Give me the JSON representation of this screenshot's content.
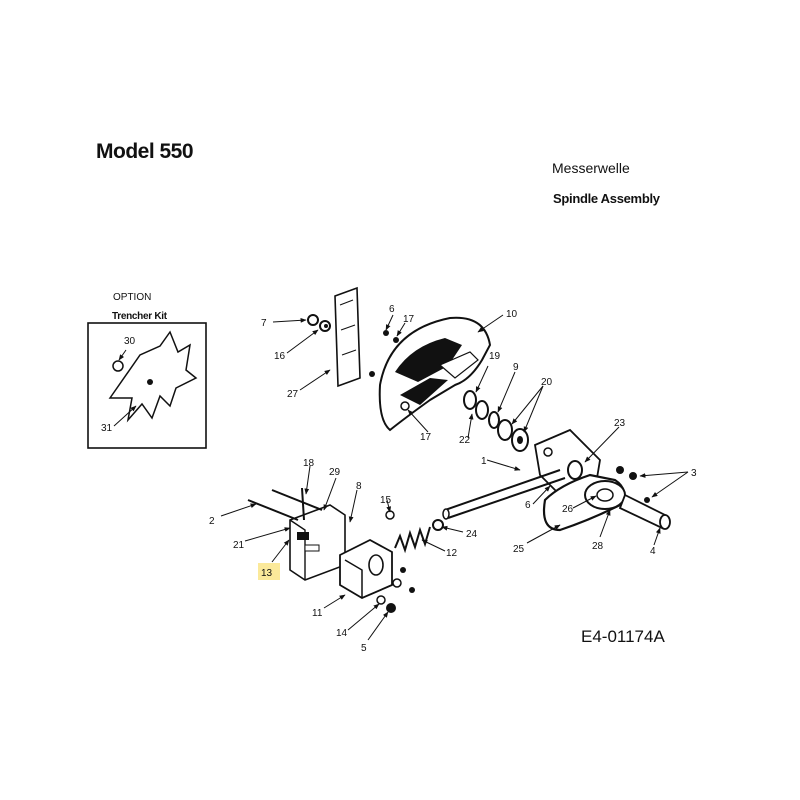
{
  "header": {
    "model": "Model 550",
    "title_de": "Messerwelle",
    "title_en": "Spindle Assembly"
  },
  "inset": {
    "option": "OPTION",
    "kit": "Trencher Kit"
  },
  "drawing_code": "E4-01174A",
  "highlight_color": "#fbe99a",
  "callouts": {
    "c7": "7",
    "c16": "16",
    "c27": "27",
    "c6": "6",
    "c17a": "17",
    "c10": "10",
    "c19": "19",
    "c9": "9",
    "c20": "20",
    "c17b": "17",
    "c22": "22",
    "c23": "23",
    "c1": "1",
    "c3": "3",
    "c18": "18",
    "c29": "29",
    "c8": "8",
    "c15": "15",
    "c2": "2",
    "c21": "21",
    "c13": "13",
    "c24": "24",
    "c12": "12",
    "c6b": "6",
    "c26": "26",
    "c28": "28",
    "c4": "4",
    "c25": "25",
    "c11": "11",
    "c14": "14",
    "c5": "5",
    "c30": "30",
    "c31": "31"
  }
}
